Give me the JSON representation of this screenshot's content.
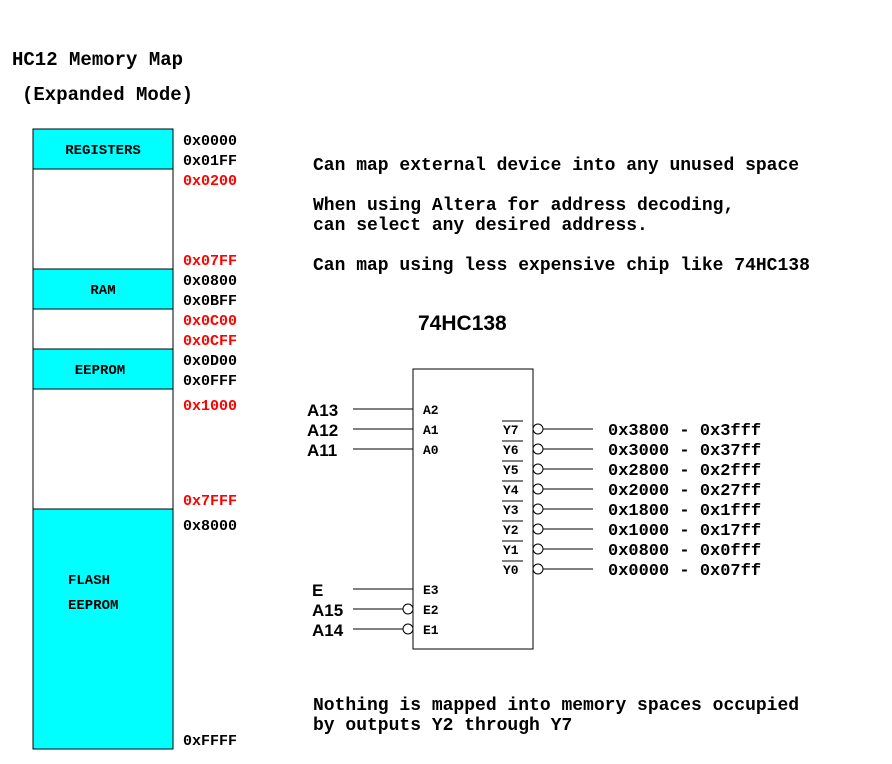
{
  "title": "HC12 Memory Map",
  "subtitle": "(Expanded Mode)",
  "memory_map": {
    "colors": {
      "used": "#00ffff",
      "free": "#ffffff",
      "boundary_free": "#ff0000",
      "boundary_used": "#000000"
    },
    "blocks": [
      {
        "label": "REGISTERS",
        "used": true
      },
      {
        "label": "",
        "used": false
      },
      {
        "label": "RAM",
        "used": true
      },
      {
        "label": "",
        "used": false
      },
      {
        "label": "EEPROM",
        "used": true
      },
      {
        "label": "",
        "used": false
      },
      {
        "label_lines": [
          "FLASH",
          "EEPROM"
        ],
        "used": true
      }
    ],
    "addresses": [
      {
        "text": "0x0000",
        "color": "#000000"
      },
      {
        "text": "0x01FF",
        "color": "#000000"
      },
      {
        "text": "0x0200",
        "color": "#ff0000"
      },
      {
        "text": "0x07FF",
        "color": "#ff0000"
      },
      {
        "text": "0x0800",
        "color": "#000000"
      },
      {
        "text": "0x0BFF",
        "color": "#000000"
      },
      {
        "text": "0x0C00",
        "color": "#ff0000"
      },
      {
        "text": "0x0CFF",
        "color": "#ff0000"
      },
      {
        "text": "0x0D00",
        "color": "#000000"
      },
      {
        "text": "0x0FFF",
        "color": "#000000"
      },
      {
        "text": "0x1000",
        "color": "#ff0000"
      },
      {
        "text": "0x7FFF",
        "color": "#ff0000"
      },
      {
        "text": "0x8000",
        "color": "#000000"
      },
      {
        "text": "0xFFFF",
        "color": "#000000"
      }
    ]
  },
  "notes": {
    "line1": "Can map external device into any unused space",
    "line2a": "When using Altera for address decoding,",
    "line2b": "can select any desired address.",
    "line3": "Can map using less expensive chip like 74HC138",
    "footer_a": "Nothing is mapped into memory spaces occupied",
    "footer_b": "by outputs Y2 through Y7"
  },
  "decoder": {
    "title": "74HC138",
    "address_inputs": [
      {
        "signal": "A13",
        "pin": "A2"
      },
      {
        "signal": "A12",
        "pin": "A1"
      },
      {
        "signal": "A11",
        "pin": "A0"
      }
    ],
    "enable_inputs": [
      {
        "signal": "E",
        "pin": "E3",
        "inverted": false
      },
      {
        "signal": "A15",
        "pin": "E2",
        "inverted": true
      },
      {
        "signal": "A14",
        "pin": "E1",
        "inverted": true
      }
    ],
    "outputs": [
      {
        "pin": "Y7",
        "range": "0x3800 - 0x3fff"
      },
      {
        "pin": "Y6",
        "range": "0x3000 - 0x37ff"
      },
      {
        "pin": "Y5",
        "range": "0x2800 - 0x2fff"
      },
      {
        "pin": "Y4",
        "range": "0x2000 - 0x27ff"
      },
      {
        "pin": "Y3",
        "range": "0x1800 - 0x1fff"
      },
      {
        "pin": "Y2",
        "range": "0x1000 - 0x17ff"
      },
      {
        "pin": "Y1",
        "range": "0x0800 - 0x0fff"
      },
      {
        "pin": "Y0",
        "range": "0x0000 - 0x07ff"
      }
    ]
  }
}
